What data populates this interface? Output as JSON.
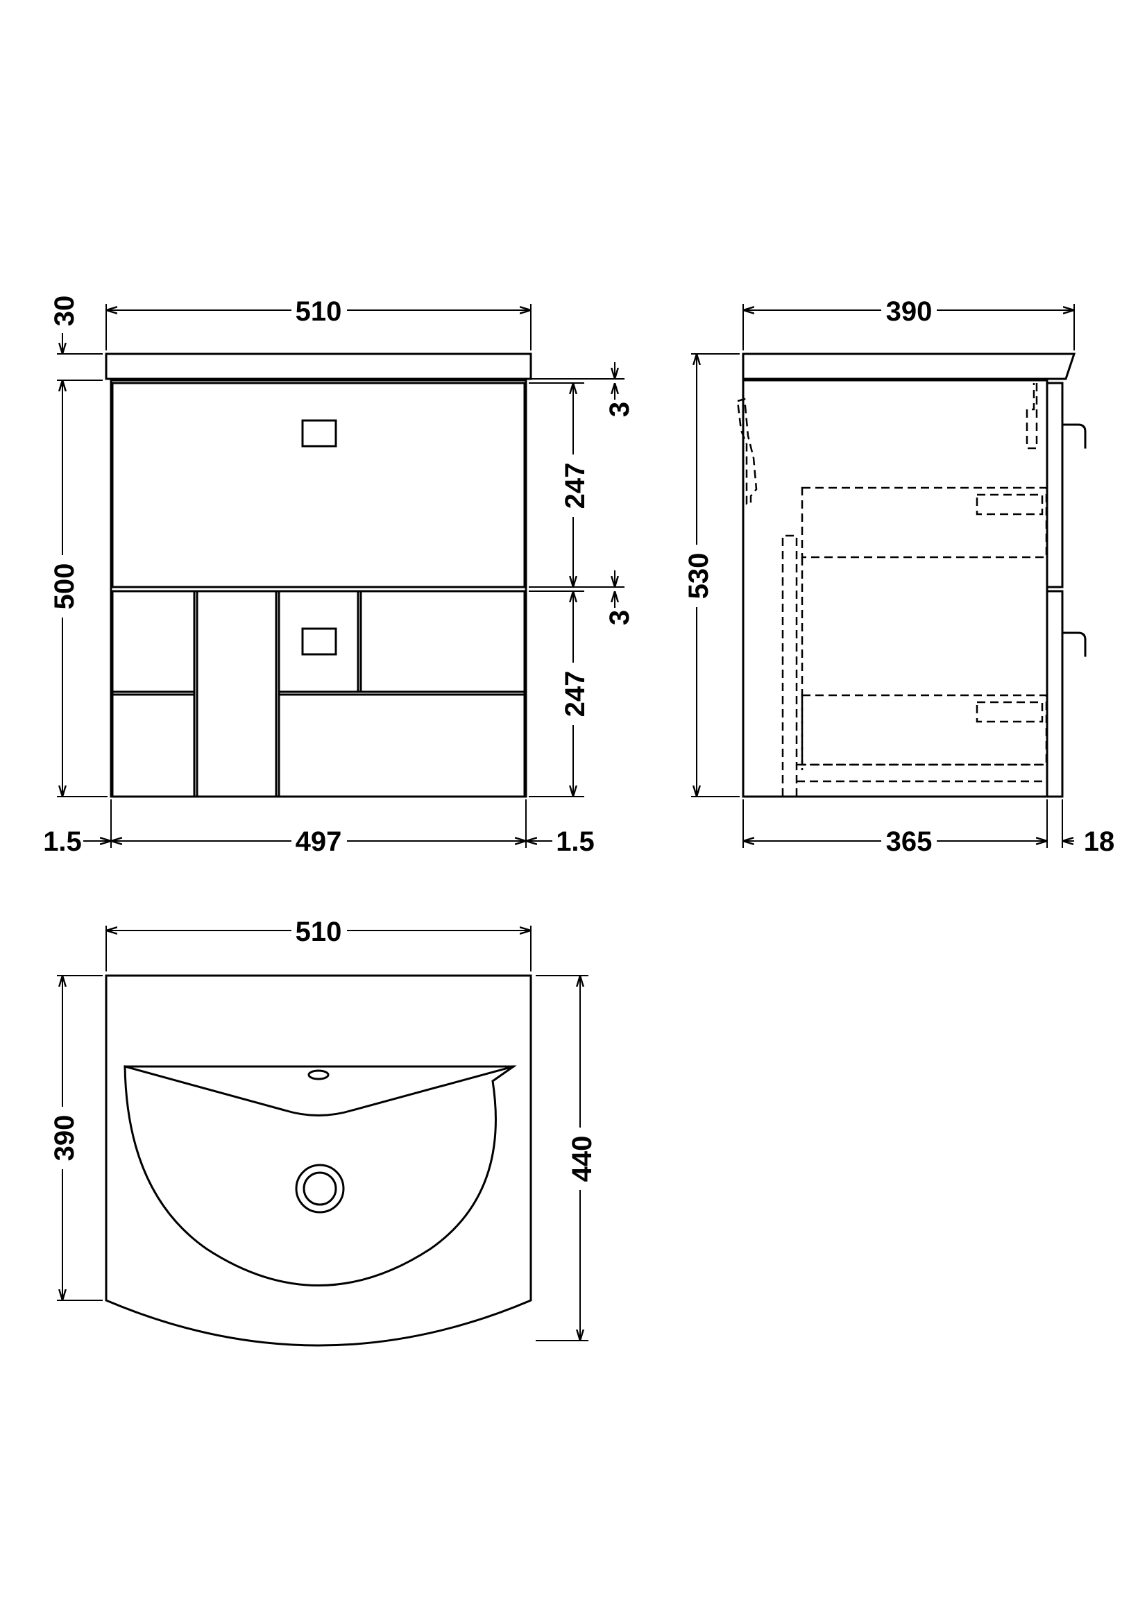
{
  "front_view": {
    "overall_width": "510",
    "top_thickness": "30",
    "carcass_height": "500",
    "drawer_gap_top": "3",
    "drawer_height_top": "247",
    "drawer_gap_bottom": "3",
    "drawer_height_bottom": "247",
    "side_left": "1.5",
    "front_width": "497",
    "side_right": "1.5"
  },
  "side_view": {
    "overall_depth": "390",
    "overall_height": "530",
    "carcass_depth": "365",
    "front_thickness": "18"
  },
  "plan_view": {
    "overall_width": "510",
    "depth_at_sides": "390",
    "depth_at_centre": "440"
  },
  "colors": {
    "line": "#000000",
    "background": "#ffffff"
  }
}
